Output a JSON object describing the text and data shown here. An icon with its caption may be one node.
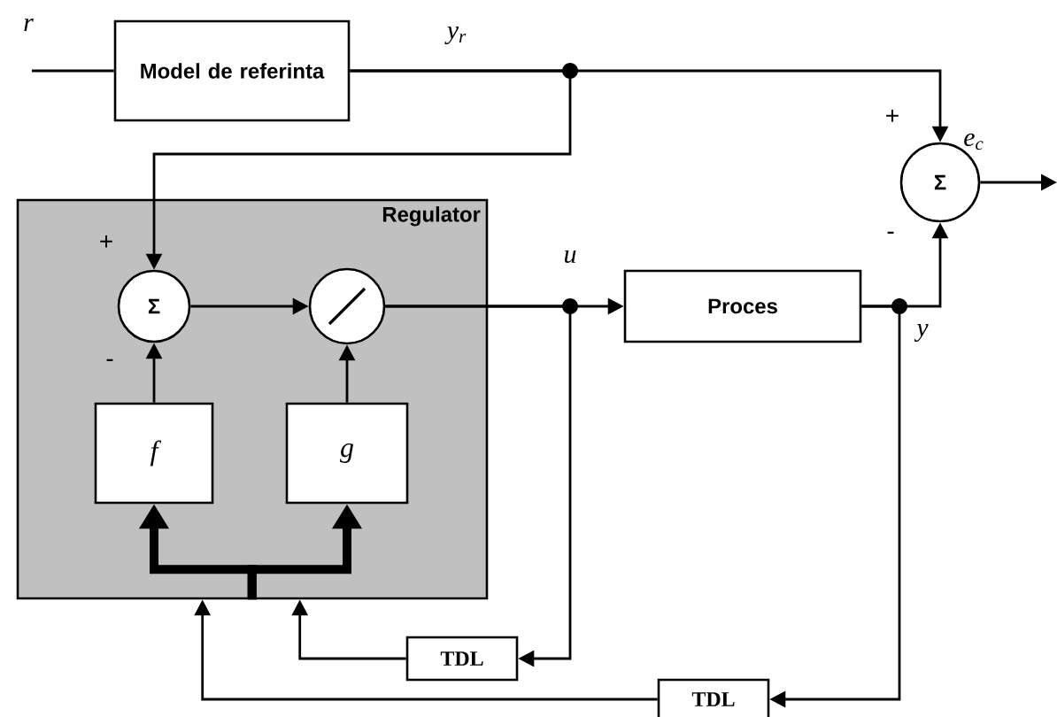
{
  "diagram": {
    "nodes": [
      {
        "text": [
          "Model de referinta"
        ]
      },
      {
        "text": [
          "Regulator"
        ]
      },
      {
        "text": [
          "Σ"
        ],
        "in": 1
      },
      {
        "text": [],
        "shape": "circle",
        "in": 1
      },
      {
        "text": [
          "f"
        ],
        "in": 1
      },
      {
        "text": [
          "g"
        ],
        "in": 1
      },
      {
        "text": [
          "Proces"
        ]
      },
      {
        "text": [
          "Σ"
        ]
      },
      {
        "text": [
          "TDL"
        ]
      },
      {
        "text": [
          "TDL"
        ]
      }
    ],
    "edges": [
      {
        "from": null,
        "to": 0,
        "arrow": "none"
      },
      {
        "from": 0,
        "to": 7,
        "arrow": "to"
      },
      {
        "from": 0,
        "to": 2,
        "arrow": "to"
      },
      {
        "from": 2,
        "to": 3,
        "arrow": "to"
      },
      {
        "from": 4,
        "to": 2,
        "arrow": "to"
      },
      {
        "from": 5,
        "to": 3,
        "arrow": "to"
      },
      {
        "from": 3,
        "to": 6,
        "arrow": "to"
      },
      {
        "from": 6,
        "to": 7,
        "arrow": "to"
      },
      {
        "from": 7,
        "to": null,
        "arrow": "to"
      },
      {
        "from": 3,
        "to": 8,
        "arrow": "to"
      },
      {
        "from": 6,
        "to": 9,
        "arrow": "to"
      },
      {
        "from": 8,
        "to": 1,
        "arrow": "to"
      },
      {
        "from": 9,
        "to": 1,
        "arrow": "to"
      },
      {
        "from": 1,
        "to": 4,
        "arrow": "to",
        "style": "thick"
      },
      {
        "from": 1,
        "to": 5,
        "arrow": "to",
        "style": "thick"
      }
    ],
    "labels": [
      "r",
      "y$_{r}$",
      "+",
      "e$_{c}$",
      "-",
      "+",
      "u",
      "y",
      "-"
    ]
  }
}
